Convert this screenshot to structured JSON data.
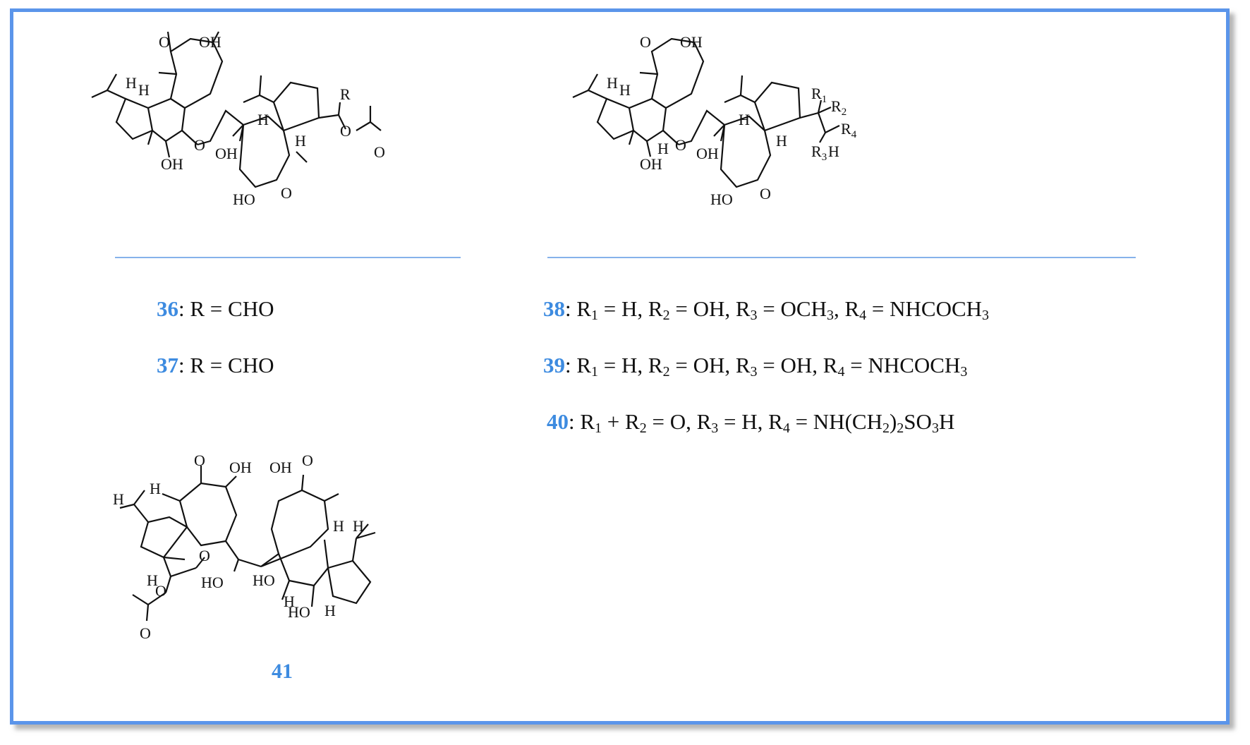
{
  "compounds": [
    {
      "num": "36",
      "parts": [
        [
          "t",
          ": R = CHO"
        ]
      ]
    },
    {
      "num": "37",
      "parts": [
        [
          "t",
          ": R = CHO"
        ]
      ]
    },
    {
      "num": "38",
      "parts": [
        [
          "t",
          ": R"
        ],
        [
          "s",
          "1"
        ],
        [
          "t",
          " = H, R"
        ],
        [
          "s",
          "2"
        ],
        [
          "t",
          " = OH, R"
        ],
        [
          "s",
          "3"
        ],
        [
          "t",
          " = OCH"
        ],
        [
          "s",
          "3"
        ],
        [
          "t",
          ", R"
        ],
        [
          "s",
          "4"
        ],
        [
          "t",
          " = NHCOCH"
        ],
        [
          "s",
          "3"
        ]
      ]
    },
    {
      "num": "39",
      "parts": [
        [
          "t",
          ": R"
        ],
        [
          "s",
          "1"
        ],
        [
          "t",
          " = H, R"
        ],
        [
          "s",
          "2"
        ],
        [
          "t",
          " = OH, R"
        ],
        [
          "s",
          "3"
        ],
        [
          "t",
          " = OH, R"
        ],
        [
          "s",
          "4"
        ],
        [
          "t",
          " = NHCOCH"
        ],
        [
          "s",
          "3"
        ]
      ]
    },
    {
      "num": "40",
      "parts": [
        [
          "t",
          ": R"
        ],
        [
          "s",
          "1"
        ],
        [
          "t",
          " + R"
        ],
        [
          "s",
          "2"
        ],
        [
          "t",
          " = O, R"
        ],
        [
          "s",
          "3"
        ],
        [
          "t",
          " = H, R"
        ],
        [
          "s",
          "4"
        ],
        [
          "t",
          " = NH(CH"
        ],
        [
          "s",
          "2"
        ],
        [
          "t",
          ")"
        ],
        [
          "s",
          "2"
        ],
        [
          "t",
          "SO"
        ],
        [
          "s",
          "3"
        ],
        [
          "t",
          "H"
        ]
      ]
    }
  ],
  "compound_41_label": "41",
  "atom_labels": {
    "O": "O",
    "OH": "OH",
    "HO": "HO",
    "H": "H",
    "R": "R",
    "R1": "R",
    "R2": "R",
    "R3": "R",
    "R4": "R",
    "sub1": "1",
    "sub2": "2",
    "sub3": "3",
    "sub4": "4"
  },
  "colors": {
    "frame": "#5b95ea",
    "divider": "#86b2ea",
    "number": "#3d8be0"
  }
}
